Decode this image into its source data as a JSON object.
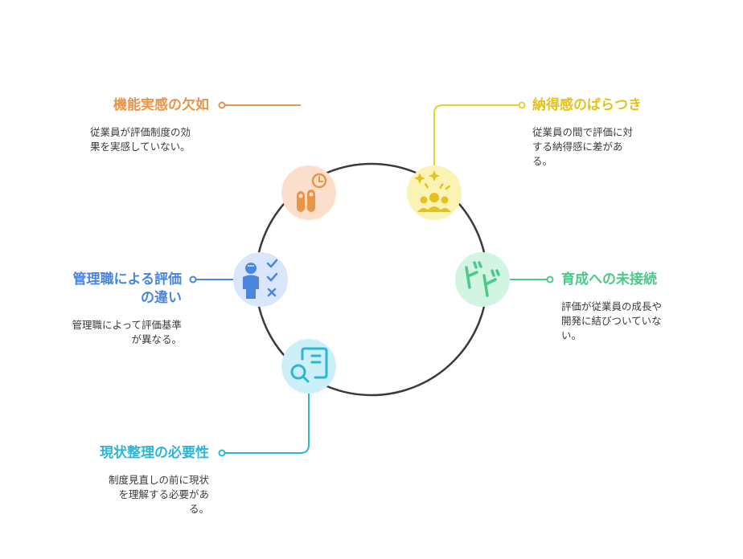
{
  "items": [
    {
      "title": "機能実感の欠如",
      "desc_lines": [
        "従業員が評価制度の効",
        "果を実感していない。"
      ],
      "color": "#e8954a",
      "icon": "fingers-clock-icon"
    },
    {
      "title": "納得感のばらつき",
      "desc_lines": [
        "従業員の間で評価に対",
        "する納得感に差があ",
        "る。"
      ],
      "color": "#e9cf2e",
      "icon": "group-sparkle-icon"
    },
    {
      "title": "育成への未接続",
      "desc_lines": [
        "評価が従業員の成長や",
        "開発に結びついていな",
        "い。"
      ],
      "color": "#4cc98a",
      "icon": "growth-arrows-icon"
    },
    {
      "title_lines": [
        "管理職による評価",
        "の違い"
      ],
      "desc_lines": [
        "管理職によって評価基準",
        "が異なる。"
      ],
      "color": "#4a86e0",
      "icon": "person-checklist-icon"
    },
    {
      "title": "現状整理の必要性",
      "desc_lines": [
        "制度見直しの前に現状",
        "を理解する必要があ",
        "る。"
      ],
      "color": "#2cb5d6",
      "icon": "document-search-icon"
    }
  ]
}
